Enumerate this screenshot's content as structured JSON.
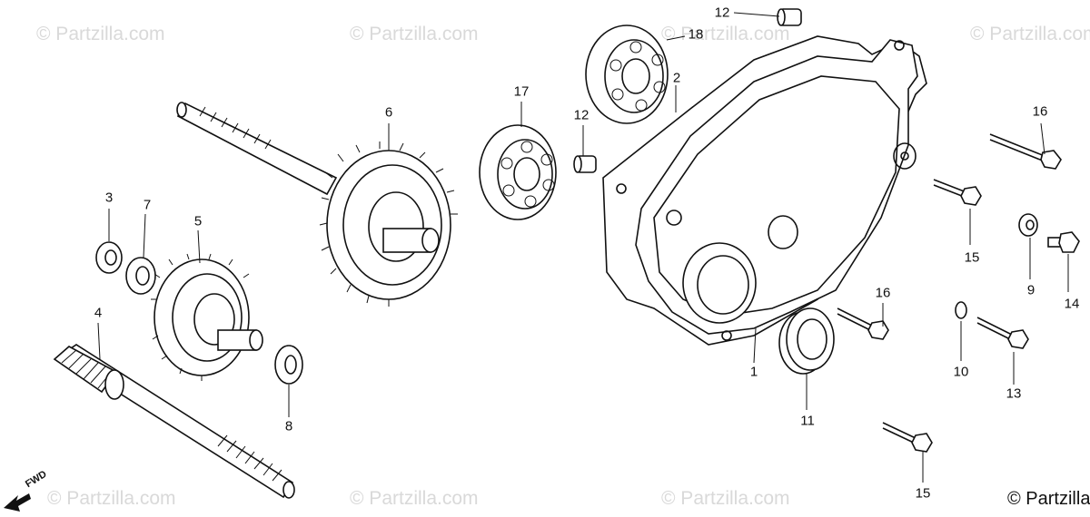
{
  "watermark": {
    "text": "© Partzilla.com"
  },
  "copyright": "© Partzilla.",
  "fwd_label": "FWD",
  "callouts": {
    "c1": "1",
    "c2": "2",
    "c3": "3",
    "c4": "4",
    "c5": "5",
    "c6": "6",
    "c7": "7",
    "c8": "8",
    "c9": "9",
    "c10": "10",
    "c11": "11",
    "c12a": "12",
    "c12b": "12",
    "c13": "13",
    "c14": "14",
    "c15a": "15",
    "c15b": "15",
    "c16a": "16",
    "c16b": "16",
    "c17": "17",
    "c18": "18"
  }
}
